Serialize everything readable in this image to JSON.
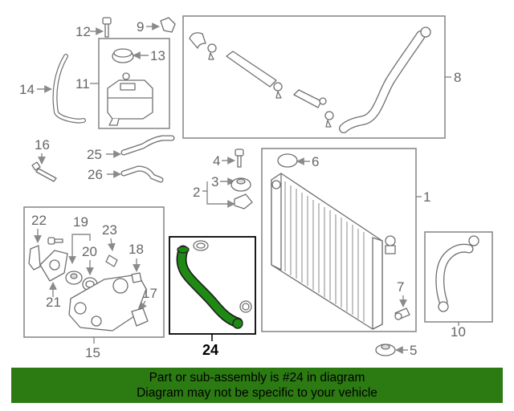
{
  "callouts": {
    "n1": "1",
    "n2": "2",
    "n3": "3",
    "n4": "4",
    "n5": "5",
    "n6": "6",
    "n7": "7",
    "n8": "8",
    "n9": "9",
    "n10": "10",
    "n11": "11",
    "n12": "12",
    "n13": "13",
    "n14": "14",
    "n15": "15",
    "n16": "16",
    "n17": "17",
    "n18": "18",
    "n19": "19",
    "n20": "20",
    "n21": "21",
    "n22": "22",
    "n23": "23",
    "n24": "24",
    "n25": "25",
    "n26": "26"
  },
  "highlight": {
    "part_number": "24",
    "color": "#2c7a12"
  },
  "banner": {
    "line1": "Part or sub-assembly is #24 in diagram",
    "line2": "Diagram may not be specific to your vehicle",
    "background": "#2c7a12"
  }
}
